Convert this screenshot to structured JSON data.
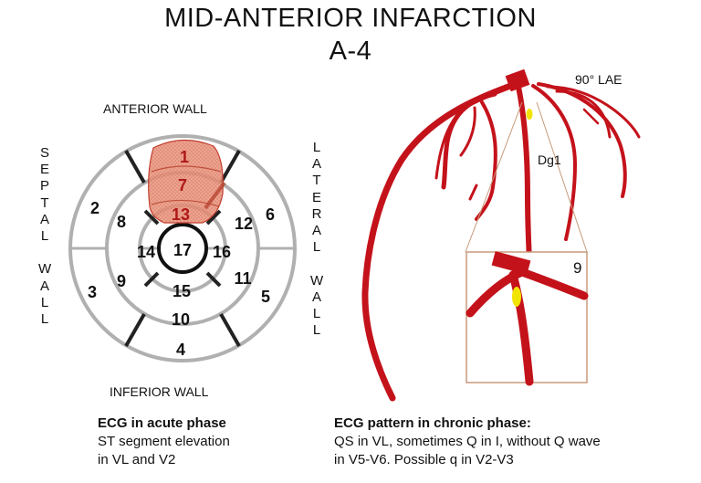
{
  "title": {
    "line1": "MID-ANTERIOR INFARCTION",
    "line2": "A-4"
  },
  "walls": {
    "anterior": "ANTERIOR WALL",
    "inferior": "INFERIOR WALL",
    "septal": "S\nE\nP\nT\nA\nL\n\nW\nA\nL\nL",
    "lateral": "L\nA\nT\nE\nR\nA\nL\n\nW\nA\nL\nL"
  },
  "segments": {
    "s1": "1",
    "s2": "2",
    "s3": "3",
    "s4": "4",
    "s5": "5",
    "s6": "6",
    "s7": "7",
    "s8": "8",
    "s9": "9",
    "s10": "10",
    "s11": "11",
    "s12": "12",
    "s13": "13",
    "s14": "14",
    "s15": "15",
    "s16": "16",
    "s17": "17"
  },
  "highlighted_segments": [
    "1",
    "7",
    "13"
  ],
  "angio": {
    "view": "90° LAE",
    "branch": "Dg1",
    "inset_label": "9"
  },
  "ecg_acute": {
    "heading": "ECG in acute phase",
    "line1": "ST segment elevation",
    "line2": "in VL and V2"
  },
  "ecg_chronic": {
    "heading": "ECG pattern in chronic phase:",
    "line1": "QS in VL, sometimes Q in I, without Q wave",
    "line2": "in V5-V6. Possible q in V2-V3"
  },
  "colors": {
    "artery": "#c4121b",
    "infarct_fill": "#e9937a",
    "infarct_edge": "#c0392b",
    "ring_gray": "#b0b0b0",
    "lesion": "#f2e400",
    "inset_border": "#c89a7a"
  }
}
